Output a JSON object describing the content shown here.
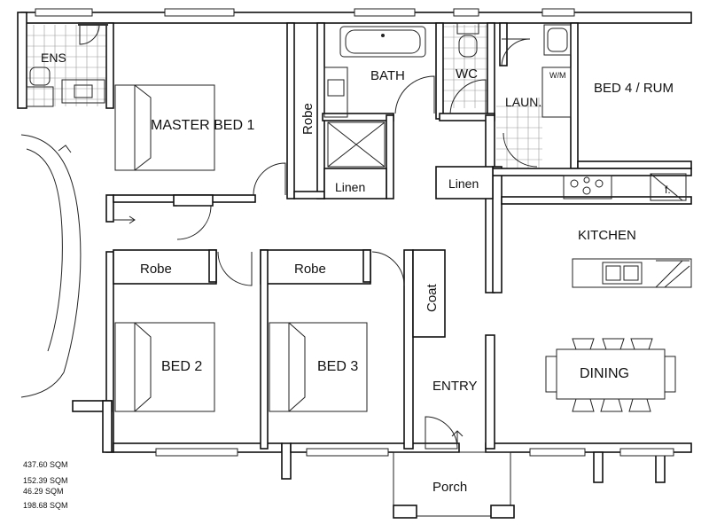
{
  "rooms": {
    "ens": "ENS",
    "master_bed": "MASTER BED 1",
    "robe_master": "Robe",
    "bath": "BATH",
    "wc": "WC",
    "laundry": "LAUN.",
    "wm": "W/M",
    "bed4": "BED 4 / RUM",
    "linen_1": "Linen",
    "linen_2": "Linen",
    "fridge": "f.",
    "kitchen": "KITCHEN",
    "robe_bed2": "Robe",
    "robe_bed3": "Robe",
    "coat": "Coat",
    "bed2": "BED 2",
    "bed3": "BED 3",
    "entry": "ENTRY",
    "dining": "DINING",
    "porch": "Porch"
  },
  "areas": [
    "437.60 SQM",
    "152.39 SQM",
    "46.29 SQM",
    "198.68 SQM"
  ],
  "colors": {
    "line": "#111111",
    "tile": "#9a9a9a",
    "background": "#ffffff"
  }
}
